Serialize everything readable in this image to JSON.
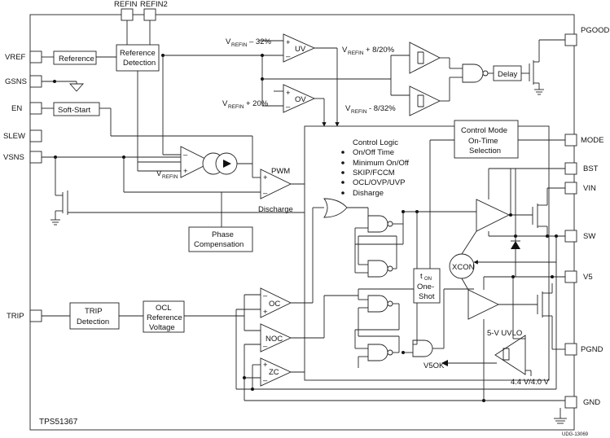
{
  "chip": {
    "name": "TPS51367",
    "doc_id": "UDG-13069"
  },
  "pins": {
    "refin": "REFIN",
    "refin2": "REFIN2",
    "vref": "VREF",
    "gsns": "GSNS",
    "en": "EN",
    "slew": "SLEW",
    "vsns": "VSNS",
    "trip": "TRIP",
    "pgood": "PGOOD",
    "mode": "MODE",
    "bst": "BST",
    "vin": "VIN",
    "sw": "SW",
    "v5": "V5",
    "pgnd": "PGND",
    "gnd": "GND"
  },
  "blocks": {
    "reference": "Reference",
    "ref_detect_1": "Reference",
    "ref_detect_2": "Detection",
    "soft_start": "Soft-Start",
    "delay": "Delay",
    "control_mode_1": "Control Mode",
    "control_mode_2": "On-Time",
    "control_mode_3": "Selection",
    "phase_comp_1": "Phase",
    "phase_comp_2": "Compensation",
    "trip_detect_1": "TRIP",
    "trip_detect_2": "Detection",
    "ocl_ref_1": "OCL",
    "ocl_ref_2": "Reference",
    "ocl_ref_3": "Voltage",
    "one_shot_1": "t",
    "one_shot_sub": "ON",
    "one_shot_2": "One-",
    "one_shot_3": "Shot",
    "xcon": "XCON",
    "uvlo": "5-V UVLO",
    "uvlo_thr": "4.4 V/4.0 V"
  },
  "comparators": {
    "uv": "UV",
    "ov": "OV",
    "pwm": "PWM",
    "oc": "OC",
    "noc": "NOC",
    "zc": "ZC",
    "plus": "+",
    "minus": "–"
  },
  "labels": {
    "v": "V",
    "refin_sub": "REFIN",
    "uv_thr": " – 32%",
    "ov_thr": " + 20%",
    "hi_thr": " + 8/20%",
    "lo_thr": " - 8/32%",
    "discharge": "Discharge",
    "v5ok": "V5OK"
  },
  "control_logic": {
    "title": "Control Logic",
    "items": [
      "On/Off Time",
      "Minimum On/Off",
      "SKIP/FCCM",
      "OCL/OVP/UVP",
      "Disharge"
    ]
  }
}
